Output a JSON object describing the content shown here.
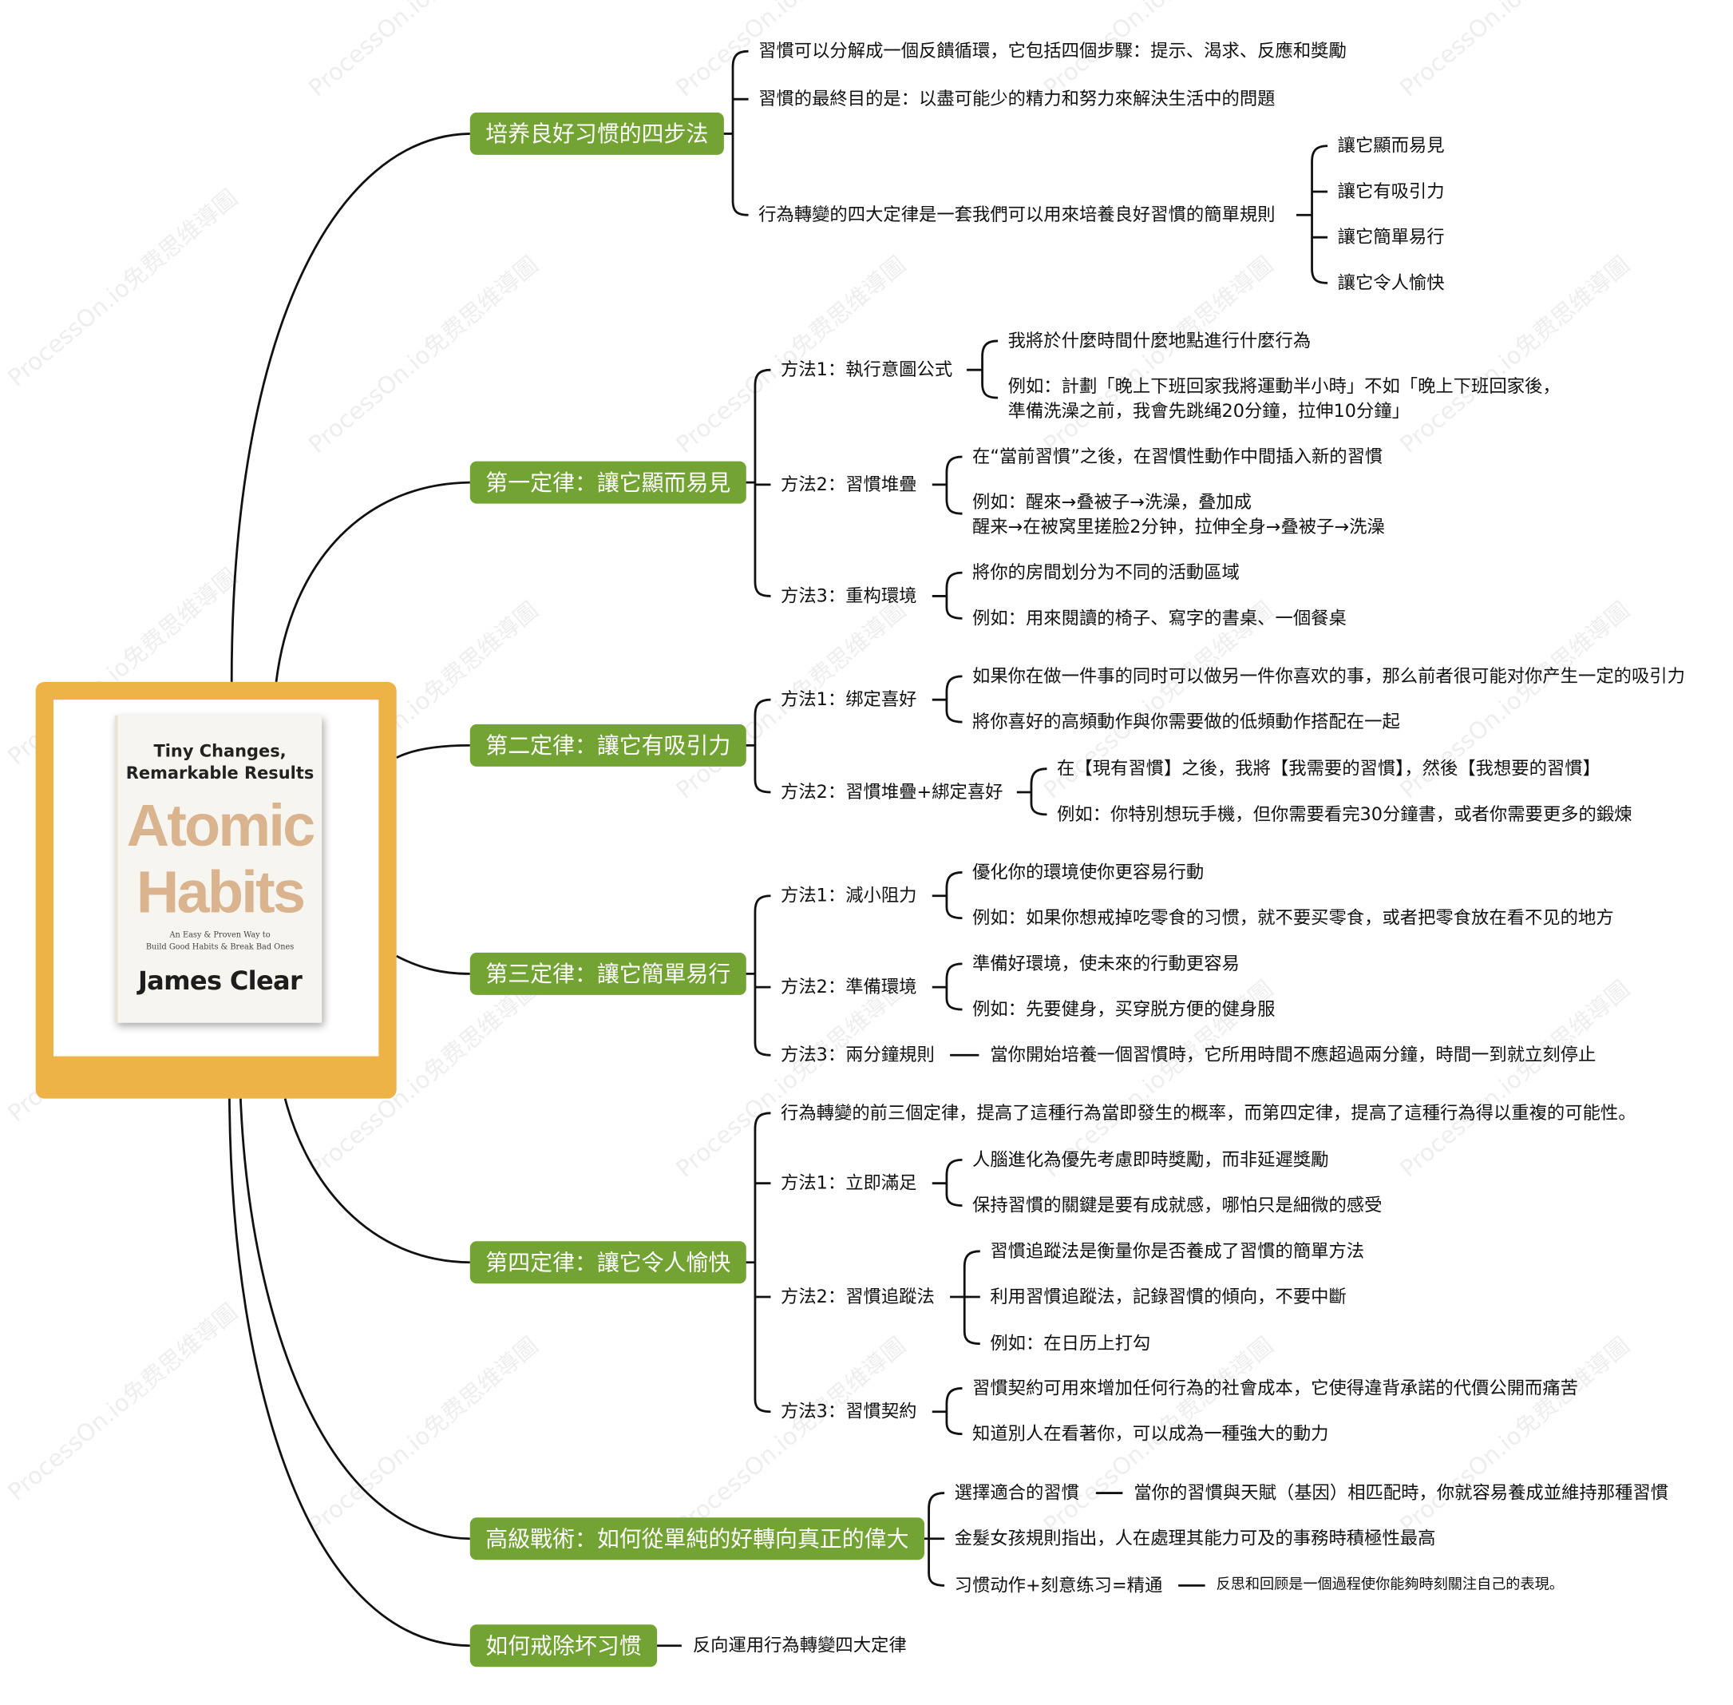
{
  "cover": {
    "tagline_1": "Tiny Changes,",
    "tagline_2": "Remarkable Results",
    "title_1": "Atomic",
    "title_2": "Habits",
    "subtitle_1": "An Easy & Proven Way to",
    "subtitle_2": "Build Good Habits & Break Bad Ones",
    "author": "James Clear"
  },
  "watermark": "ProcessOn.io免费思维導圖",
  "colors": {
    "branch": "#72A333",
    "cover_frame": "#EEB347",
    "line": "#111111"
  },
  "branches": [
    {
      "label": "培养良好习惯的四步法",
      "children": [
        {
          "text": "習慣可以分解成一個反饋循環，它包括四個步驟：提示、渴求、反應和獎勵"
        },
        {
          "text": "習慣的最終目的是：以盡可能少的精力和努力來解決生活中的問題"
        },
        {
          "text": "行為轉變的四大定律是一套我們可以用來培養良好習慣的簡單規則",
          "children": [
            "讓它顯而易見",
            "讓它有吸引力",
            "讓它簡單易行",
            "讓它令人愉快"
          ]
        }
      ]
    },
    {
      "label": "第一定律：讓它顯而易見",
      "children": [
        {
          "text": "方法1：執行意圖公式",
          "children": [
            "我將於什麼時間什麼地點進行什麼行為",
            "例如：計劃「晚上下班回家我將運動半小時」不如「晚上下班回家後，",
            "準備洗澡之前，我會先跳绳20分鐘，拉伸10分鐘」"
          ]
        },
        {
          "text": "方法2：習慣堆疊",
          "children": [
            "在“當前習慣”之後，在習慣性動作中間插入新的習慣",
            "例如：醒來→叠被子→洗澡，叠加成",
            "醒来→在被窝里搓脸2分钟，拉伸全身→叠被子→洗澡"
          ]
        },
        {
          "text": "方法3：重构環境",
          "children": [
            "將你的房間划分为不同的活動區域",
            "例如：用來閱讀的椅子、寫字的書桌、一個餐桌"
          ]
        }
      ]
    },
    {
      "label": "第二定律：讓它有吸引力",
      "children": [
        {
          "text": "方法1：绑定喜好",
          "children": [
            "如果你在做一件事的同时可以做另一件你喜欢的事，那么前者很可能对你产生一定的吸引力",
            "將你喜好的高頻動作與你需要做的低頻動作搭配在一起"
          ]
        },
        {
          "text": "方法2：習慣堆疊+綁定喜好",
          "children": [
            "在【現有習慣】之後，我將【我需要的習慣】，然後【我想要的習慣】",
            "例如：你特別想玩手機，但你需要看完30分鐘書，或者你需要更多的鍛煉"
          ]
        }
      ]
    },
    {
      "label": "第三定律：讓它簡單易行",
      "children": [
        {
          "text": "方法1：減小阻力",
          "children": [
            "優化你的環境使你更容易行動",
            "例如：如果你想戒掉吃零食的习惯，就不要买零食，或者把零食放在看不见的地方"
          ]
        },
        {
          "text": "方法2：準備環境",
          "children": [
            "準備好環境，使未來的行動更容易",
            "例如：先要健身，买穿脱方便的健身服"
          ]
        },
        {
          "text": "方法3：兩分鐘規則",
          "children": [
            "當你開始培養一個習慣時，它所用時間不應超過兩分鐘，時間一到就立刻停止"
          ]
        }
      ]
    },
    {
      "label": "第四定律：讓它令人愉快",
      "children": [
        {
          "text": "行為轉變的前三個定律，提高了這種行為當即發生的概率，而第四定律，提高了這種行為得以重複的可能性。"
        },
        {
          "text": "方法1：立即滿足",
          "children": [
            "人腦進化為優先考慮即時獎勵，而非延遲獎勵",
            "保持習慣的關鍵是要有成就感，哪怕只是細微的感受"
          ]
        },
        {
          "text": "方法2：習慣追蹤法",
          "children": [
            "習慣追蹤法是衡量你是否養成了習慣的簡單方法",
            "利用習慣追蹤法，記錄習慣的傾向，不要中斷",
            "例如：在日历上打勾"
          ]
        },
        {
          "text": "方法3：習慣契約",
          "children": [
            "習慣契約可用來增加任何行為的社會成本，它使得違背承諾的代價公開而痛苦",
            "知道別人在看著你，可以成為一種強大的動力"
          ]
        }
      ]
    },
    {
      "label": "高級戰術：如何從單純的好轉向真正的偉大",
      "children": [
        {
          "text": "選擇適合的習慣",
          "children": [
            "當你的習慣與天賦（基因）相匹配時，你就容易養成並維持那種習慣"
          ]
        },
        {
          "text": "金髮女孩規則指出，人在處理其能力可及的事務時積極性最高"
        },
        {
          "text": "习惯动作+刻意练习=精通",
          "children": [
            "反思和回顾是一個過程使你能夠時刻關注自己的表現。"
          ]
        }
      ]
    },
    {
      "label": "如何戒除坏习惯",
      "children": [
        {
          "text": "反向運用行為轉變四大定律"
        }
      ]
    }
  ]
}
